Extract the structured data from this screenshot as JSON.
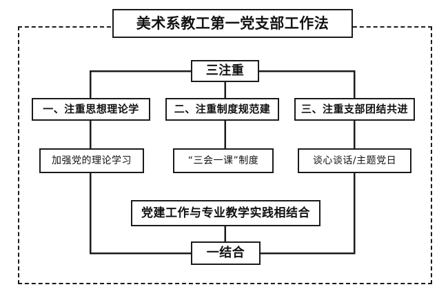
{
  "diagram": {
    "type": "org-flow-chart",
    "title": "美术系教工第一党支部工作法",
    "hub_top": "三注重",
    "hub_bottom": "一结合",
    "branches": [
      {
        "heading": "一、注重思想理论学",
        "detail": "加强党的理论学习"
      },
      {
        "heading": "二、注重制度规范建",
        "detail": "“三会一课”制度"
      },
      {
        "heading": "三、注重支部团结共进",
        "detail": "谈心谈话/主题党日"
      }
    ],
    "combine": "党建工作与专业教学实践相结合",
    "colors": {
      "border": "#1a1a1a",
      "text": "#111111",
      "background": "#ffffff",
      "frame": "#1a1a1a"
    }
  }
}
